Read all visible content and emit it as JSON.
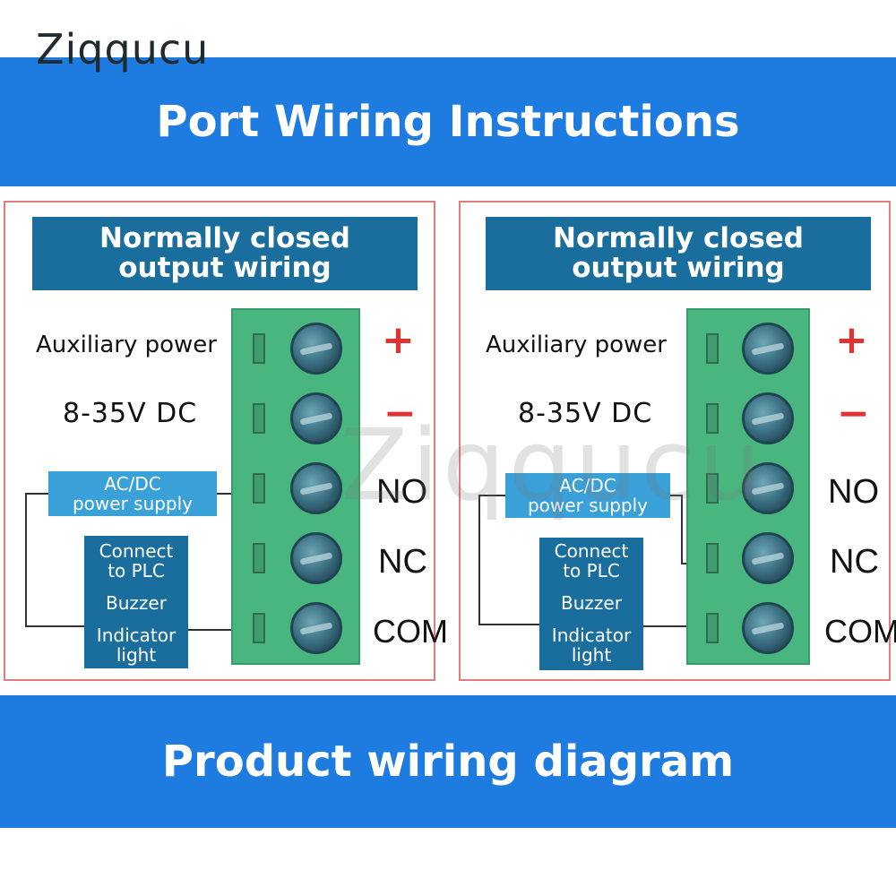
{
  "brand": {
    "logo_text": "Ziqqucu",
    "watermark_text": "Ziqqucu"
  },
  "top_banner": {
    "title": "Port Wiring Instructions"
  },
  "bottom_banner": {
    "title": "Product wiring diagram"
  },
  "panels": [
    {
      "header_line1": "Normally closed",
      "header_line2": "output wiring",
      "aux_label": "Auxiliary power",
      "voltage_label": "8-35V DC",
      "supply_line1": "AC/DC",
      "supply_line2": "power supply",
      "load_lines": [
        "Connect",
        "to PLC",
        "Buzzer",
        "Indicator",
        "light"
      ],
      "terminals": {
        "plus": "+",
        "minus": "−",
        "no": "NO",
        "nc": "NC",
        "com": "COM"
      }
    },
    {
      "header_line1": "Normally closed",
      "header_line2": "output wiring",
      "aux_label": "Auxiliary power",
      "voltage_label": "8-35V DC",
      "supply_line1": "AC/DC",
      "supply_line2": "power supply",
      "load_lines": [
        "Connect",
        "to PLC",
        "Buzzer",
        "Indicator",
        "light"
      ],
      "terminals": {
        "plus": "+",
        "minus": "−",
        "no": "NO",
        "nc": "NC",
        "com": "COM"
      }
    }
  ],
  "colors": {
    "banner": "#1e7ce0",
    "header": "#1a6e9e",
    "supply": "#3aa0d8",
    "terminal_block": "#49b680",
    "panel_border": "#e27b7b",
    "sign": "#e23232"
  }
}
